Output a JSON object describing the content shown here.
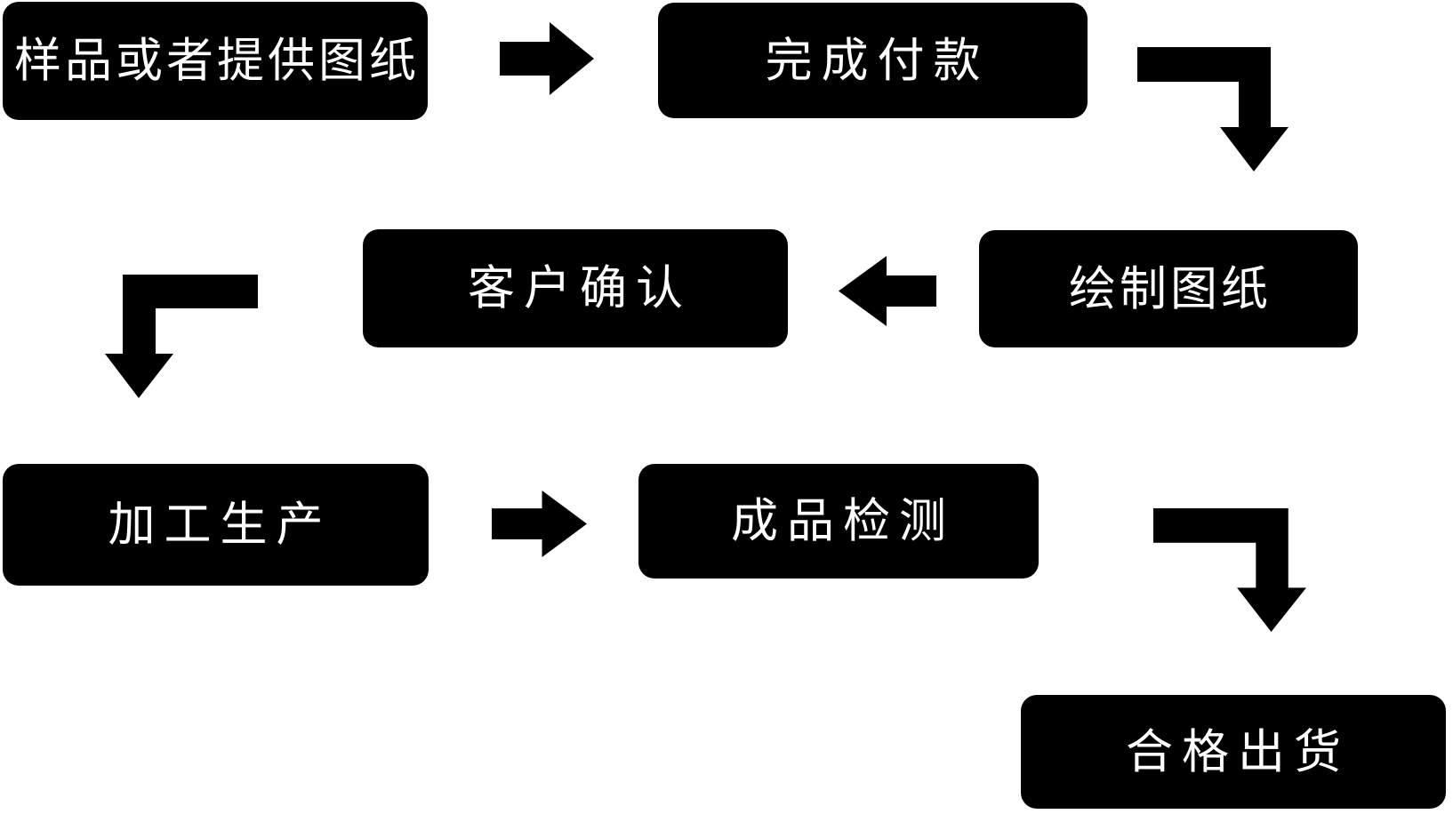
{
  "diagram": {
    "type": "flowchart",
    "language": "zh-CN",
    "colors": {
      "background": "#ffffff",
      "node_fill": "#000000",
      "node_text": "#ffffff",
      "arrow": "#000000"
    },
    "nodes": [
      {
        "id": "sample-or-drawing",
        "label": "样品或者提供图纸"
      },
      {
        "id": "complete-payment",
        "label": "完成付款"
      },
      {
        "id": "draw-drawings",
        "label": "绘制图纸"
      },
      {
        "id": "customer-confirmation",
        "label": "客户确认"
      },
      {
        "id": "processing-production",
        "label": "加工生产"
      },
      {
        "id": "product-inspection",
        "label": "成品检测"
      },
      {
        "id": "qualified-shipment",
        "label": "合格出货"
      }
    ],
    "edges": [
      {
        "from": "样品或者提供图纸",
        "to": "完成付款",
        "direction": "right"
      },
      {
        "from": "完成付款",
        "to": "绘制图纸",
        "direction": "right-then-down"
      },
      {
        "from": "绘制图纸",
        "to": "客户确认",
        "direction": "left"
      },
      {
        "from": "客户确认",
        "to": "加工生产",
        "direction": "left-then-down"
      },
      {
        "from": "加工生产",
        "to": "成品检测",
        "direction": "right"
      },
      {
        "from": "成品检测",
        "to": "合格出货",
        "direction": "right-then-down"
      }
    ]
  }
}
